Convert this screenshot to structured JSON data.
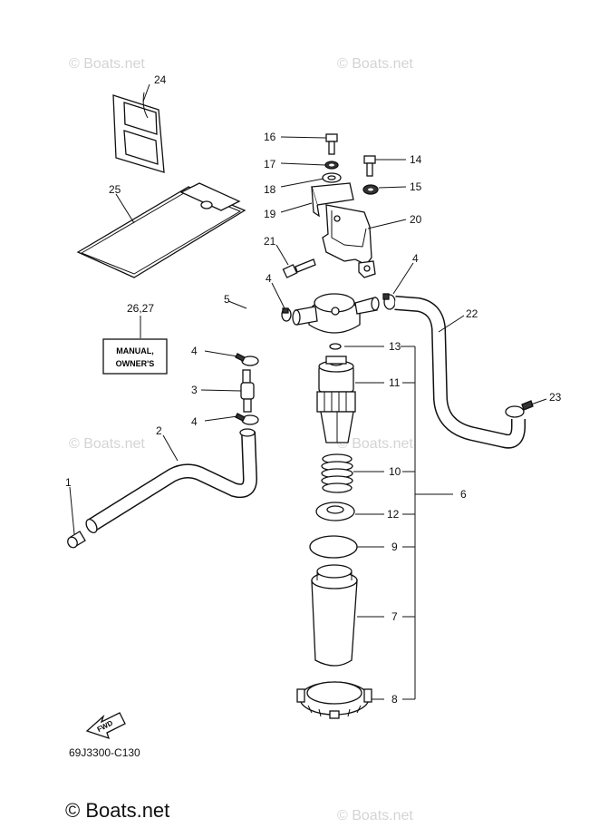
{
  "watermarks": [
    "© Boats.net",
    "© Boats.net",
    "© Boats.net",
    "© Boats.net",
    "© Boats.net"
  ],
  "footer_copyright": "© Boats.net",
  "diagram_code": "69J3300-C130",
  "fwd_arrow_label": "FWD",
  "manual_label_line1": "MANUAL,",
  "manual_label_line2": "OWNER'S",
  "callouts": {
    "c1": "1",
    "c2": "2",
    "c3": "3",
    "c4a": "4",
    "c4b": "4",
    "c4c": "4",
    "c4d": "4",
    "c5": "5",
    "c6": "6",
    "c7": "7",
    "c8": "8",
    "c9": "9",
    "c10": "10",
    "c11": "11",
    "c12": "12",
    "c13": "13",
    "c14": "14",
    "c15": "15",
    "c16": "16",
    "c17": "17",
    "c18": "18",
    "c19": "19",
    "c20": "20",
    "c21": "21",
    "c22": "22",
    "c23": "23",
    "c24": "24",
    "c25": "25",
    "c2627": "26,27"
  }
}
